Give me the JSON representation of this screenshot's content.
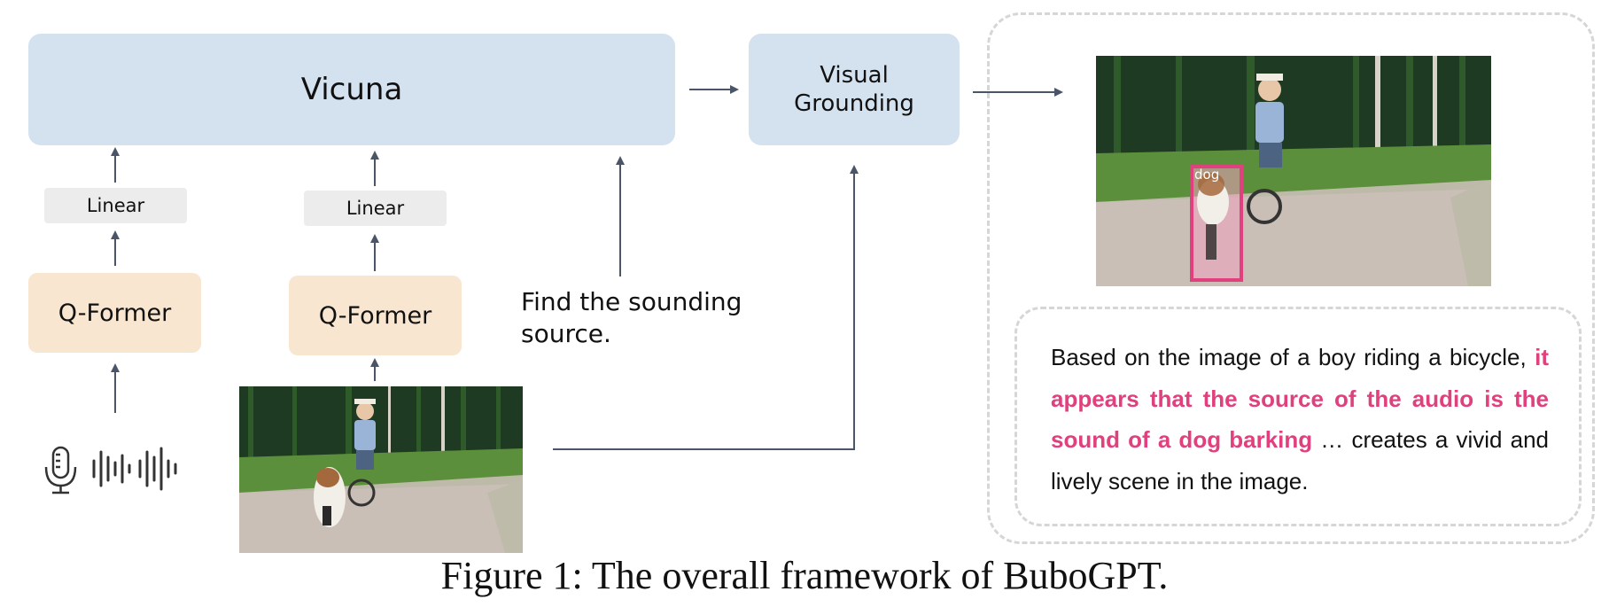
{
  "diagram": {
    "vicuna_label": "Vicuna",
    "visual_grounding_label_line1": "Visual",
    "visual_grounding_label_line2": "Grounding",
    "linear_label_audio": "Linear",
    "linear_label_image": "Linear",
    "qformer_label_audio": "Q-Former",
    "qformer_label_image": "Q-Former",
    "prompt_text": "Find the sounding source.",
    "detection_label": "dog",
    "answer": {
      "part1": "Based on the image of a boy riding a bicycle, ",
      "highlight": "it appears that the source of the audio is the sound of a dog barking",
      "part2": " … creates a vivid and lively scene in the image."
    }
  },
  "caption": "Figure 1: The overall framework of BuboGPT.",
  "colors": {
    "llm_box": "#d4e2f0",
    "qformer_box": "#f8e6d0",
    "linear_box": "#ececec",
    "arrow": "#4a5568",
    "highlight_text": "#e0407d",
    "bbox": "#e0407d"
  },
  "icons": [
    "microphone-icon",
    "audio-waveform-icon"
  ]
}
